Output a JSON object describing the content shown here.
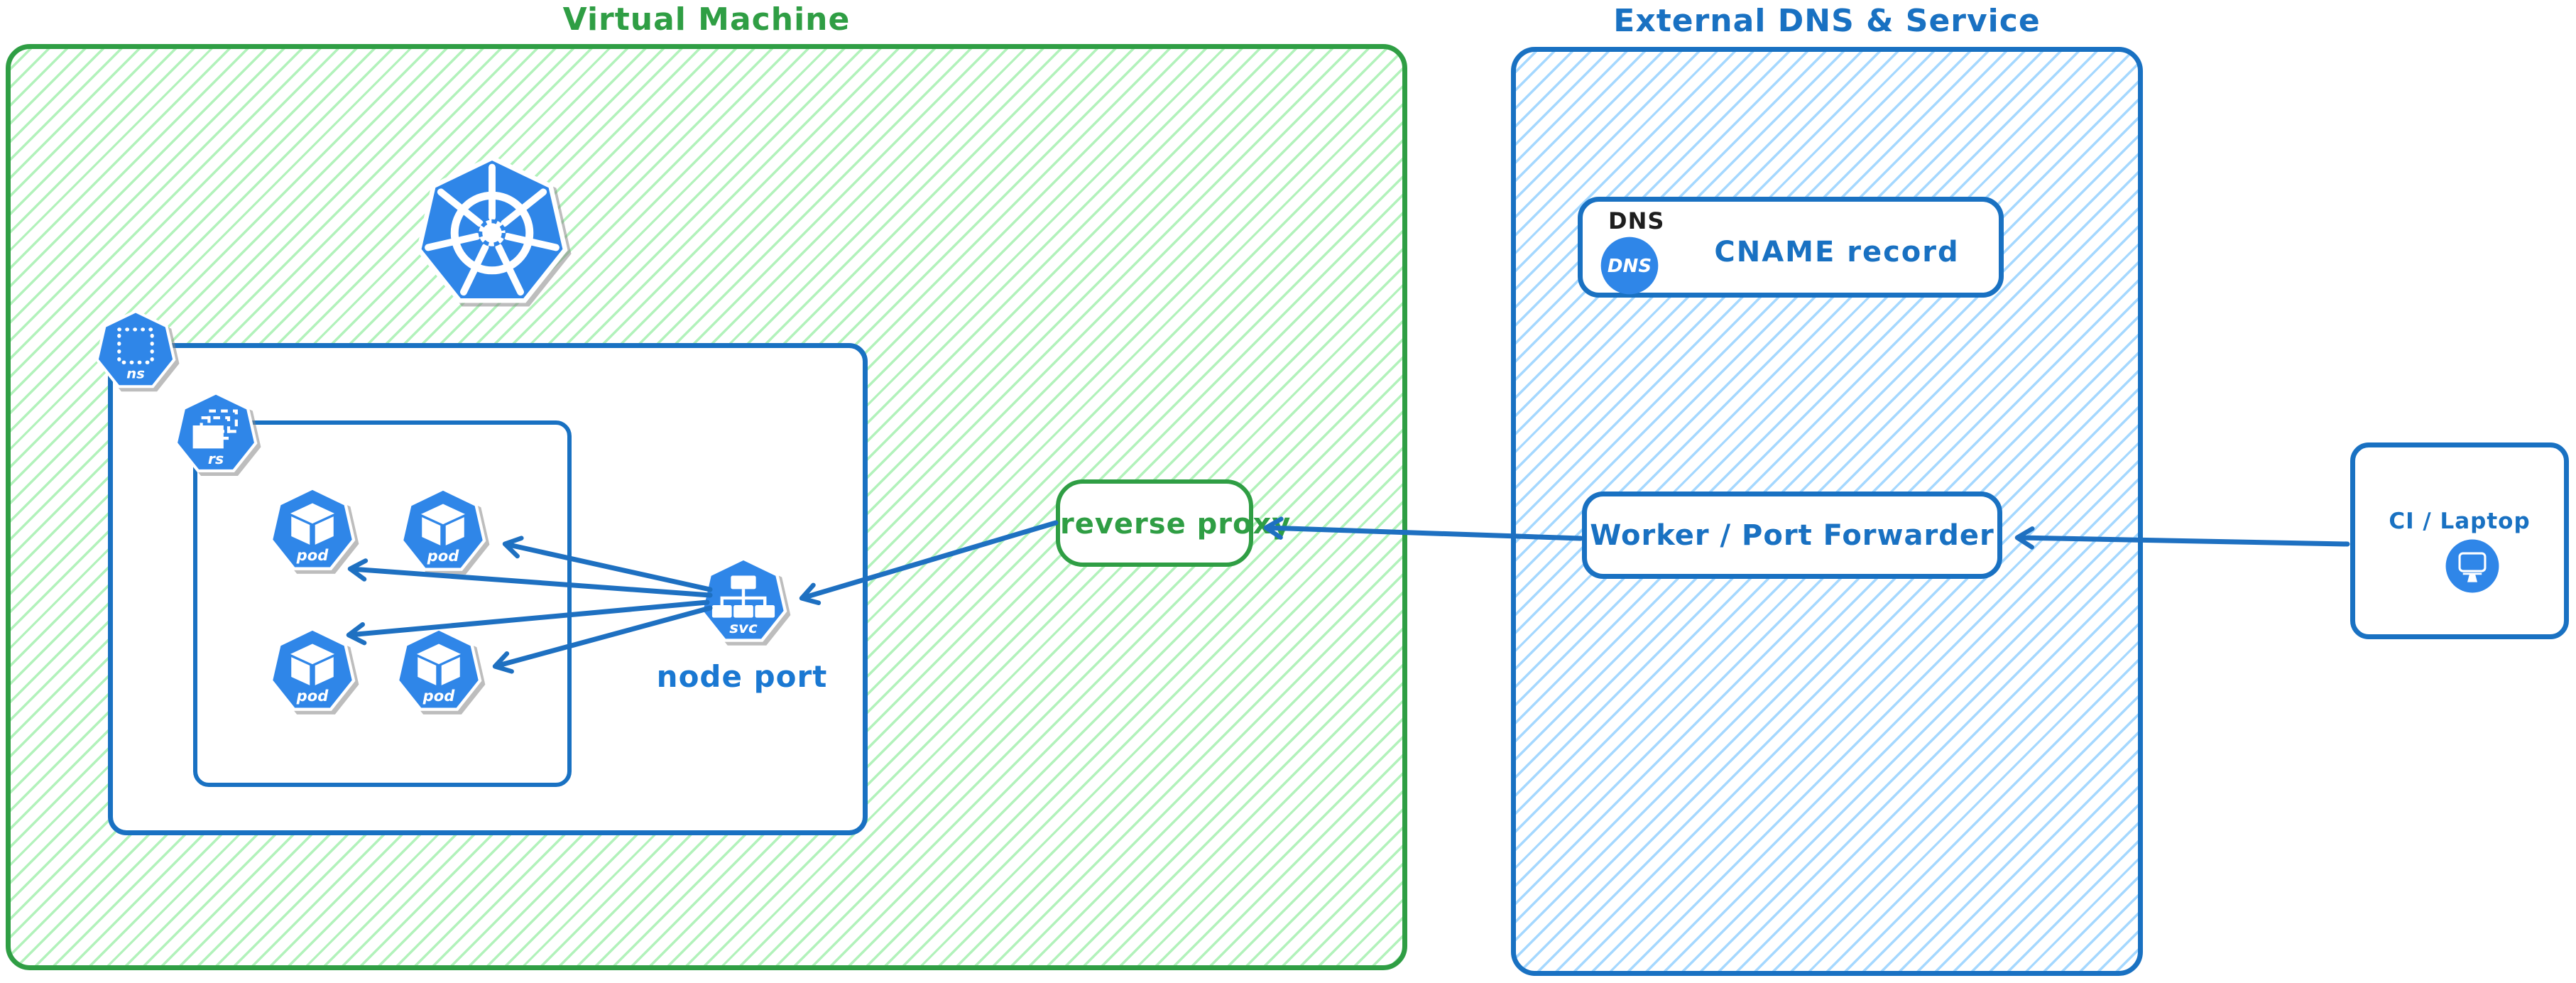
{
  "diagram": {
    "vm_group": {
      "title": "Virtual Machine"
    },
    "external_group": {
      "title": "External DNS & Service"
    },
    "k8s": {
      "namespace_label": "ns",
      "replicaset_label": "rs",
      "service_label": "svc",
      "service_caption": "node port",
      "pods": [
        {
          "label": "pod"
        },
        {
          "label": "pod"
        },
        {
          "label": "pod"
        },
        {
          "label": "pod"
        }
      ]
    },
    "reverse_proxy": {
      "label": "reverse proxy"
    },
    "dns_card": {
      "tag": "DNS",
      "icon_label": "DNS",
      "label": "CNAME record"
    },
    "worker_card": {
      "label": "Worker / Port Forwarder"
    },
    "client_card": {
      "label": "CI / Laptop"
    }
  },
  "colors": {
    "green_stroke": "#2f9e44",
    "green_hatch": "#b2f2bb",
    "blue_stroke": "#1971c2",
    "blue_hatch": "#a5d8ff",
    "icon_blue": "#2f86e8",
    "tag_black": "#1e1e1e"
  }
}
